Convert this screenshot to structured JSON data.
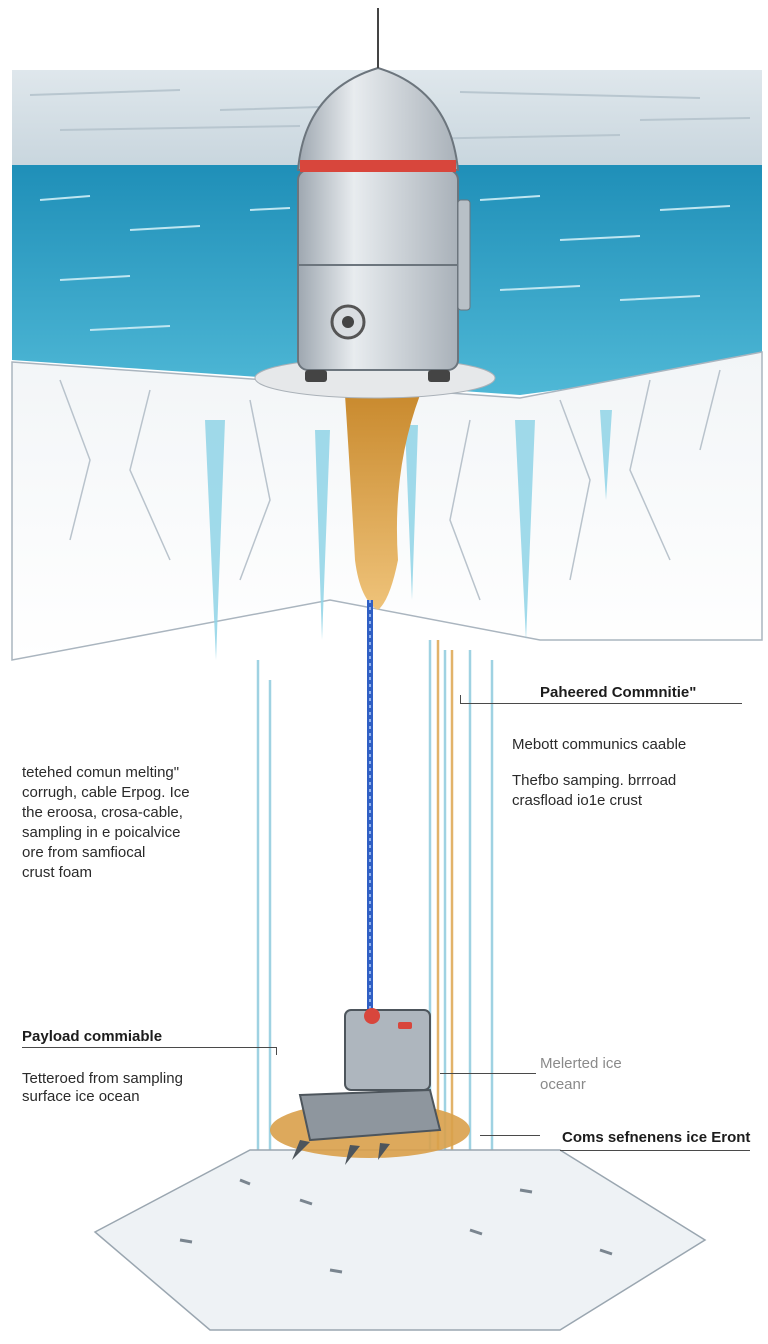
{
  "labels": {
    "top_right_title": "Paheered Commnitie\"",
    "right_line_1": "Mebott communics caable",
    "right_line_2": "Thefbo samping. brrroad",
    "right_line_3": "crasfload io1e crust",
    "left_line_1": "tetehed comun melting\"",
    "left_line_2": "corrugh, cable Erpog.  Ice",
    "left_line_3": "the eroosa, crosa-cable,",
    "left_line_4": "sampling in e poicalvice",
    "left_line_5": "ore from samfiocal",
    "left_line_6": "crust foam",
    "payload_title": "Payload commiable",
    "payload_line_1": "Tetteroed from sampling",
    "payload_line_2": "surface ice ocean",
    "melted_line_1": "Melerted ice",
    "melted_line_2": "oceanr",
    "ice_front": "Coms sefnenens ice Eront"
  },
  "colors": {
    "ocean": "#3aa6c8",
    "ocean_light": "#8fd3e6",
    "ice": "#e9eef2",
    "ice_shadow": "#c6ced6",
    "meltwater": "#d9a04a",
    "tether": "#2f5fc4",
    "probe_body": "#c9cfd6",
    "probe_accent": "#d8463c"
  }
}
